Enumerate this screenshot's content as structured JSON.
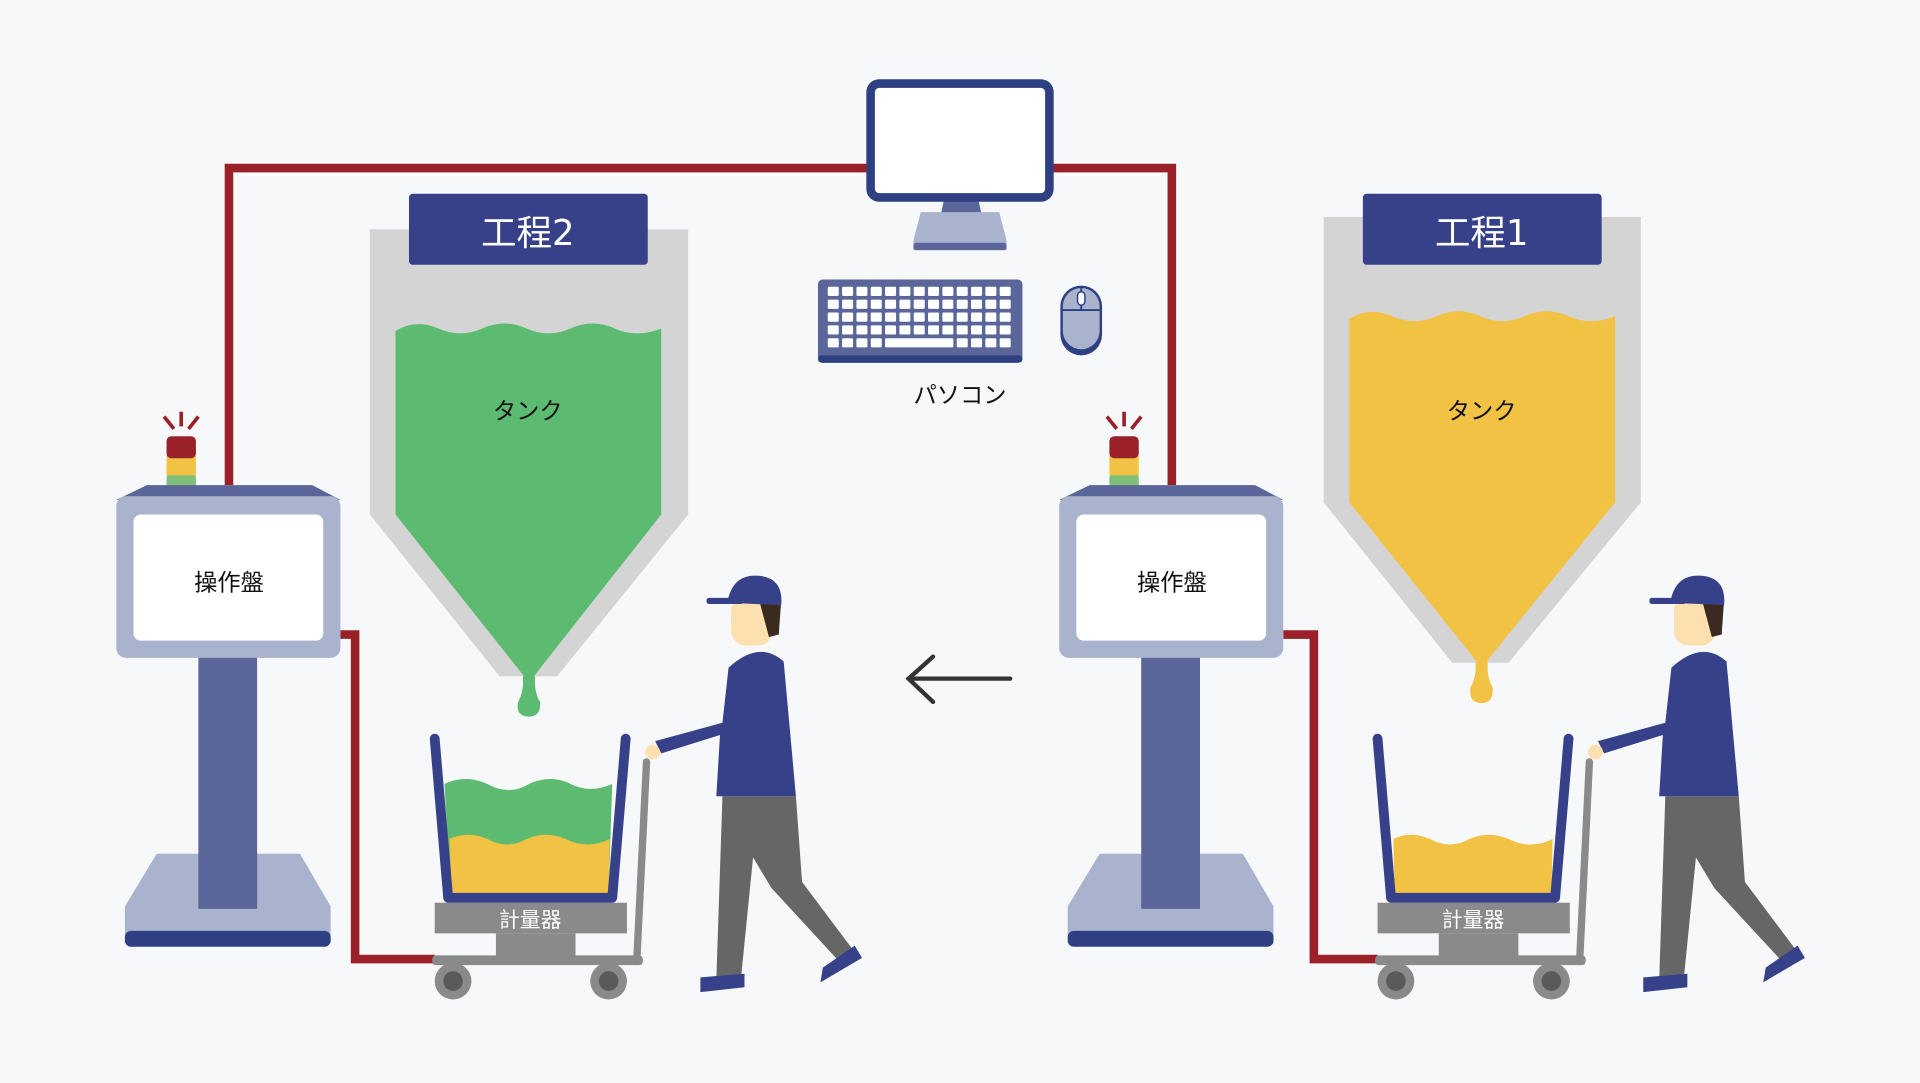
{
  "computer": {
    "label": "パソコン"
  },
  "process2": {
    "title": "工程2",
    "tank_label": "タンク",
    "panel_label": "操作盤",
    "scale_label": "計量器"
  },
  "process1": {
    "title": "工程1",
    "tank_label": "タンク",
    "panel_label": "操作盤",
    "scale_label": "計量器"
  },
  "colors": {
    "cable": "#9b2128",
    "navy": "#37418a",
    "green": "#5cbb70",
    "yellow": "#f2c244",
    "hopper": "#d4d4d4",
    "panel": "#aab3cd"
  }
}
